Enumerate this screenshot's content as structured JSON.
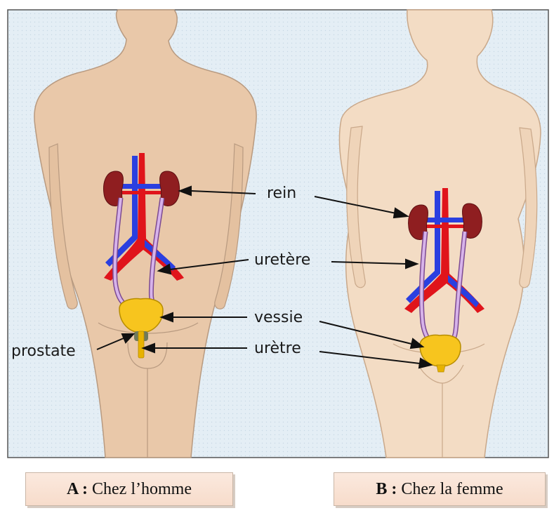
{
  "labels": {
    "rein": "rein",
    "uretere": "uretère",
    "vessie": "vessie",
    "uretre": "urètre",
    "prostate": "prostate"
  },
  "captions": {
    "a_letter": "A :",
    "a_text": "Chez l’homme",
    "b_letter": "B :",
    "b_text": "Chez la femme"
  },
  "colors": {
    "background": "#e3eef5",
    "body_male": "#e9c8a9",
    "body_female": "#f3dcc4",
    "kidney": "#8f1e20",
    "artery": "#e0141b",
    "vein": "#2a3fe0",
    "ureter": "#c49ad8",
    "bladder": "#f7c51e"
  }
}
